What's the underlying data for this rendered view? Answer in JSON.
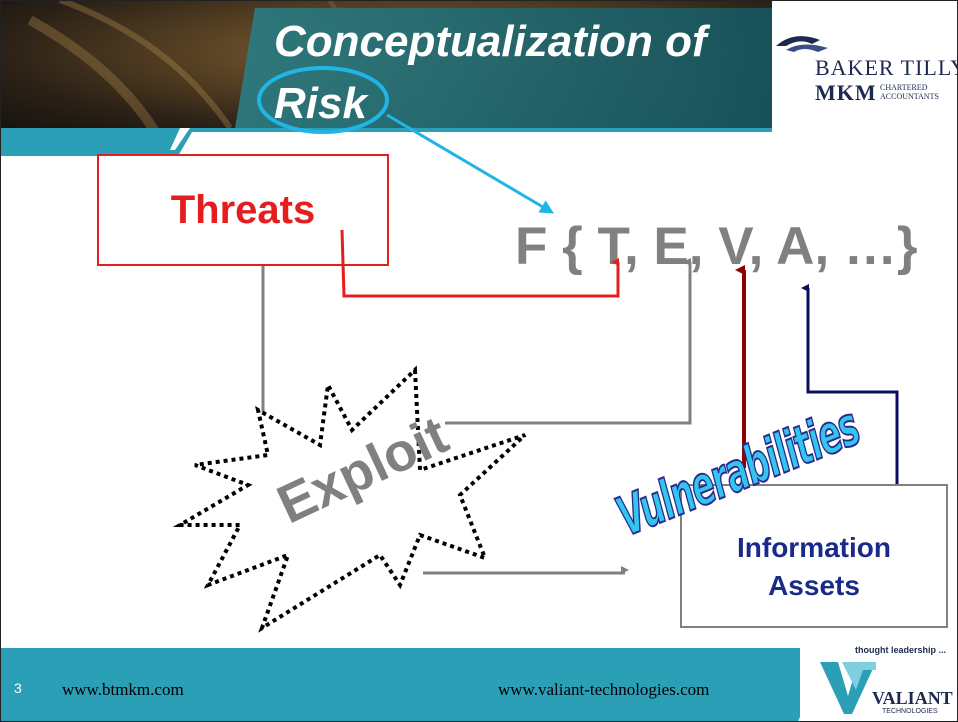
{
  "slide": {
    "title_line1": "Conceptualization of",
    "title_line2": "Risk",
    "page_number": "3"
  },
  "logo": {
    "line1": "BAKER TILLY",
    "line2": "MKM",
    "line3a": "CHARTERED",
    "line3b": "ACCOUNTANTS"
  },
  "diagram": {
    "threats": "Threats",
    "formula": "F { T, E, V, A, …}",
    "exploit": "Exploit",
    "vulnerabilities": "Vulnerabilities",
    "assets_line1": "Information",
    "assets_line2": "Assets"
  },
  "footer": {
    "left_url": "www.btmkm.com",
    "right_url": "www.valiant-technologies.com"
  },
  "vt_logo": {
    "tagline": "thought leadership ...",
    "name": "VALIANT",
    "sub": "TECHNOLOGIES"
  },
  "colors": {
    "teal": "#2a9fb5",
    "title_banner": "#1f6f78",
    "threats_red": "#e41e1e",
    "dark_red_arrow": "#8b0000",
    "navy_arrow": "#0d0d5c",
    "gray_arrow": "#808080",
    "highlight_blue": "#21b5e6",
    "vulnerabilities_fill": "#33c5f0",
    "assets_text": "#1a2a8a"
  }
}
